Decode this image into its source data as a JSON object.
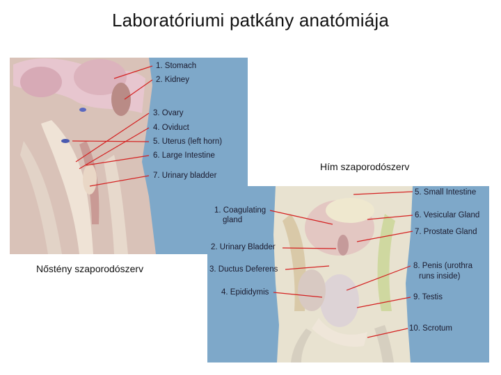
{
  "slide_title": "Laboratóriumi patkány anatómiája",
  "female": {
    "caption": "Nőstény szaporodószerv",
    "labels": [
      "1. Stomach",
      "2. Kidney",
      "3. Ovary",
      "4. Oviduct",
      "5. Uterus (left horn)",
      "6. Large Intestine",
      "7. Urinary bladder"
    ]
  },
  "male": {
    "caption": "Hím szaporodószerv",
    "labels_left": [
      "1. Coagulating",
      "gland",
      "2. Urinary Bladder",
      "3. Ductus Deferens",
      "4. Epididymis"
    ],
    "labels_right": [
      "5. Small Intestine",
      "6. Vesicular Gland",
      "7. Prostate Gland",
      "8. Penis (urothra",
      "runs inside)",
      "9. Testis",
      "10. Scrotum"
    ]
  },
  "colors": {
    "panel_blue": "#7ea8c9",
    "tissue": "#e6cfc4",
    "leader_line": "#d42020"
  }
}
